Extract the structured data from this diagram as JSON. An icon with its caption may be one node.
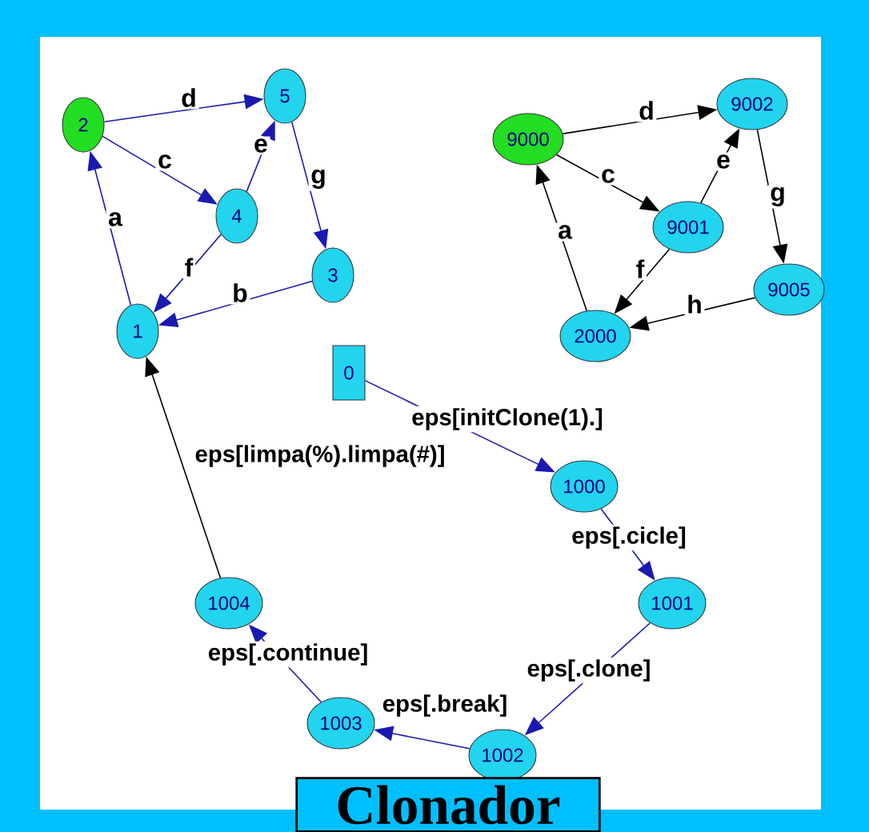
{
  "diagram": {
    "title": "Clonador",
    "nodes": [
      {
        "text": [
          "2"
        ]
      },
      {
        "text": [
          "5"
        ]
      },
      {
        "text": [
          "4"
        ]
      },
      {
        "text": [
          "3"
        ]
      },
      {
        "text": [
          "1"
        ]
      },
      {
        "text": [
          "9000"
        ]
      },
      {
        "text": [
          "9002"
        ]
      },
      {
        "text": [
          "9001"
        ]
      },
      {
        "text": [
          "9005"
        ]
      },
      {
        "text": [
          "2000"
        ]
      },
      {
        "text": [
          "0"
        ]
      },
      {
        "text": [
          "1000"
        ]
      },
      {
        "text": [
          "1001"
        ]
      },
      {
        "text": [
          "1002"
        ]
      },
      {
        "text": [
          "1003"
        ]
      },
      {
        "text": [
          "1004"
        ]
      }
    ],
    "edges": [
      {
        "from": 4,
        "to": 0,
        "arrow": "to",
        "label": "a"
      },
      {
        "from": 0,
        "to": 1,
        "arrow": "to",
        "label": "d"
      },
      {
        "from": 0,
        "to": 2,
        "arrow": "to",
        "label": "c"
      },
      {
        "from": 2,
        "to": 1,
        "arrow": "to",
        "label": "e"
      },
      {
        "from": 1,
        "to": 3,
        "arrow": "to",
        "label": "g"
      },
      {
        "from": 2,
        "to": 4,
        "arrow": "to",
        "label": "f"
      },
      {
        "from": 3,
        "to": 4,
        "arrow": "to",
        "label": "b"
      },
      {
        "from": 9,
        "to": 5,
        "arrow": "to",
        "label": "a",
        "color": "#000000"
      },
      {
        "from": 5,
        "to": 6,
        "arrow": "to",
        "label": "d",
        "color": "#000000"
      },
      {
        "from": 5,
        "to": 7,
        "arrow": "to",
        "label": "c",
        "color": "#000000"
      },
      {
        "from": 7,
        "to": 6,
        "arrow": "to",
        "label": "e",
        "color": "#000000"
      },
      {
        "from": 6,
        "to": 8,
        "arrow": "to",
        "label": "g",
        "color": "#000000"
      },
      {
        "from": 7,
        "to": 9,
        "arrow": "to",
        "label": "f",
        "color": "#000000"
      },
      {
        "from": 8,
        "to": 9,
        "arrow": "to",
        "label": "h",
        "color": "#000000"
      },
      {
        "from": 10,
        "to": 11,
        "arrow": "to",
        "label": "eps[initClone(1).]"
      },
      {
        "from": 11,
        "to": 12,
        "arrow": "to",
        "label": "eps[.cicle]"
      },
      {
        "from": 12,
        "to": 13,
        "arrow": "to",
        "label": "eps[.clone]"
      },
      {
        "from": 13,
        "to": 14,
        "arrow": "to",
        "label": "eps[.break]"
      },
      {
        "from": 14,
        "to": 15,
        "arrow": "to",
        "label": "eps[.continue]"
      },
      {
        "from": 15,
        "to": 4,
        "arrow": "to",
        "label": "eps[limpa(%).limpa(#)]",
        "color": "#000000"
      }
    ]
  }
}
